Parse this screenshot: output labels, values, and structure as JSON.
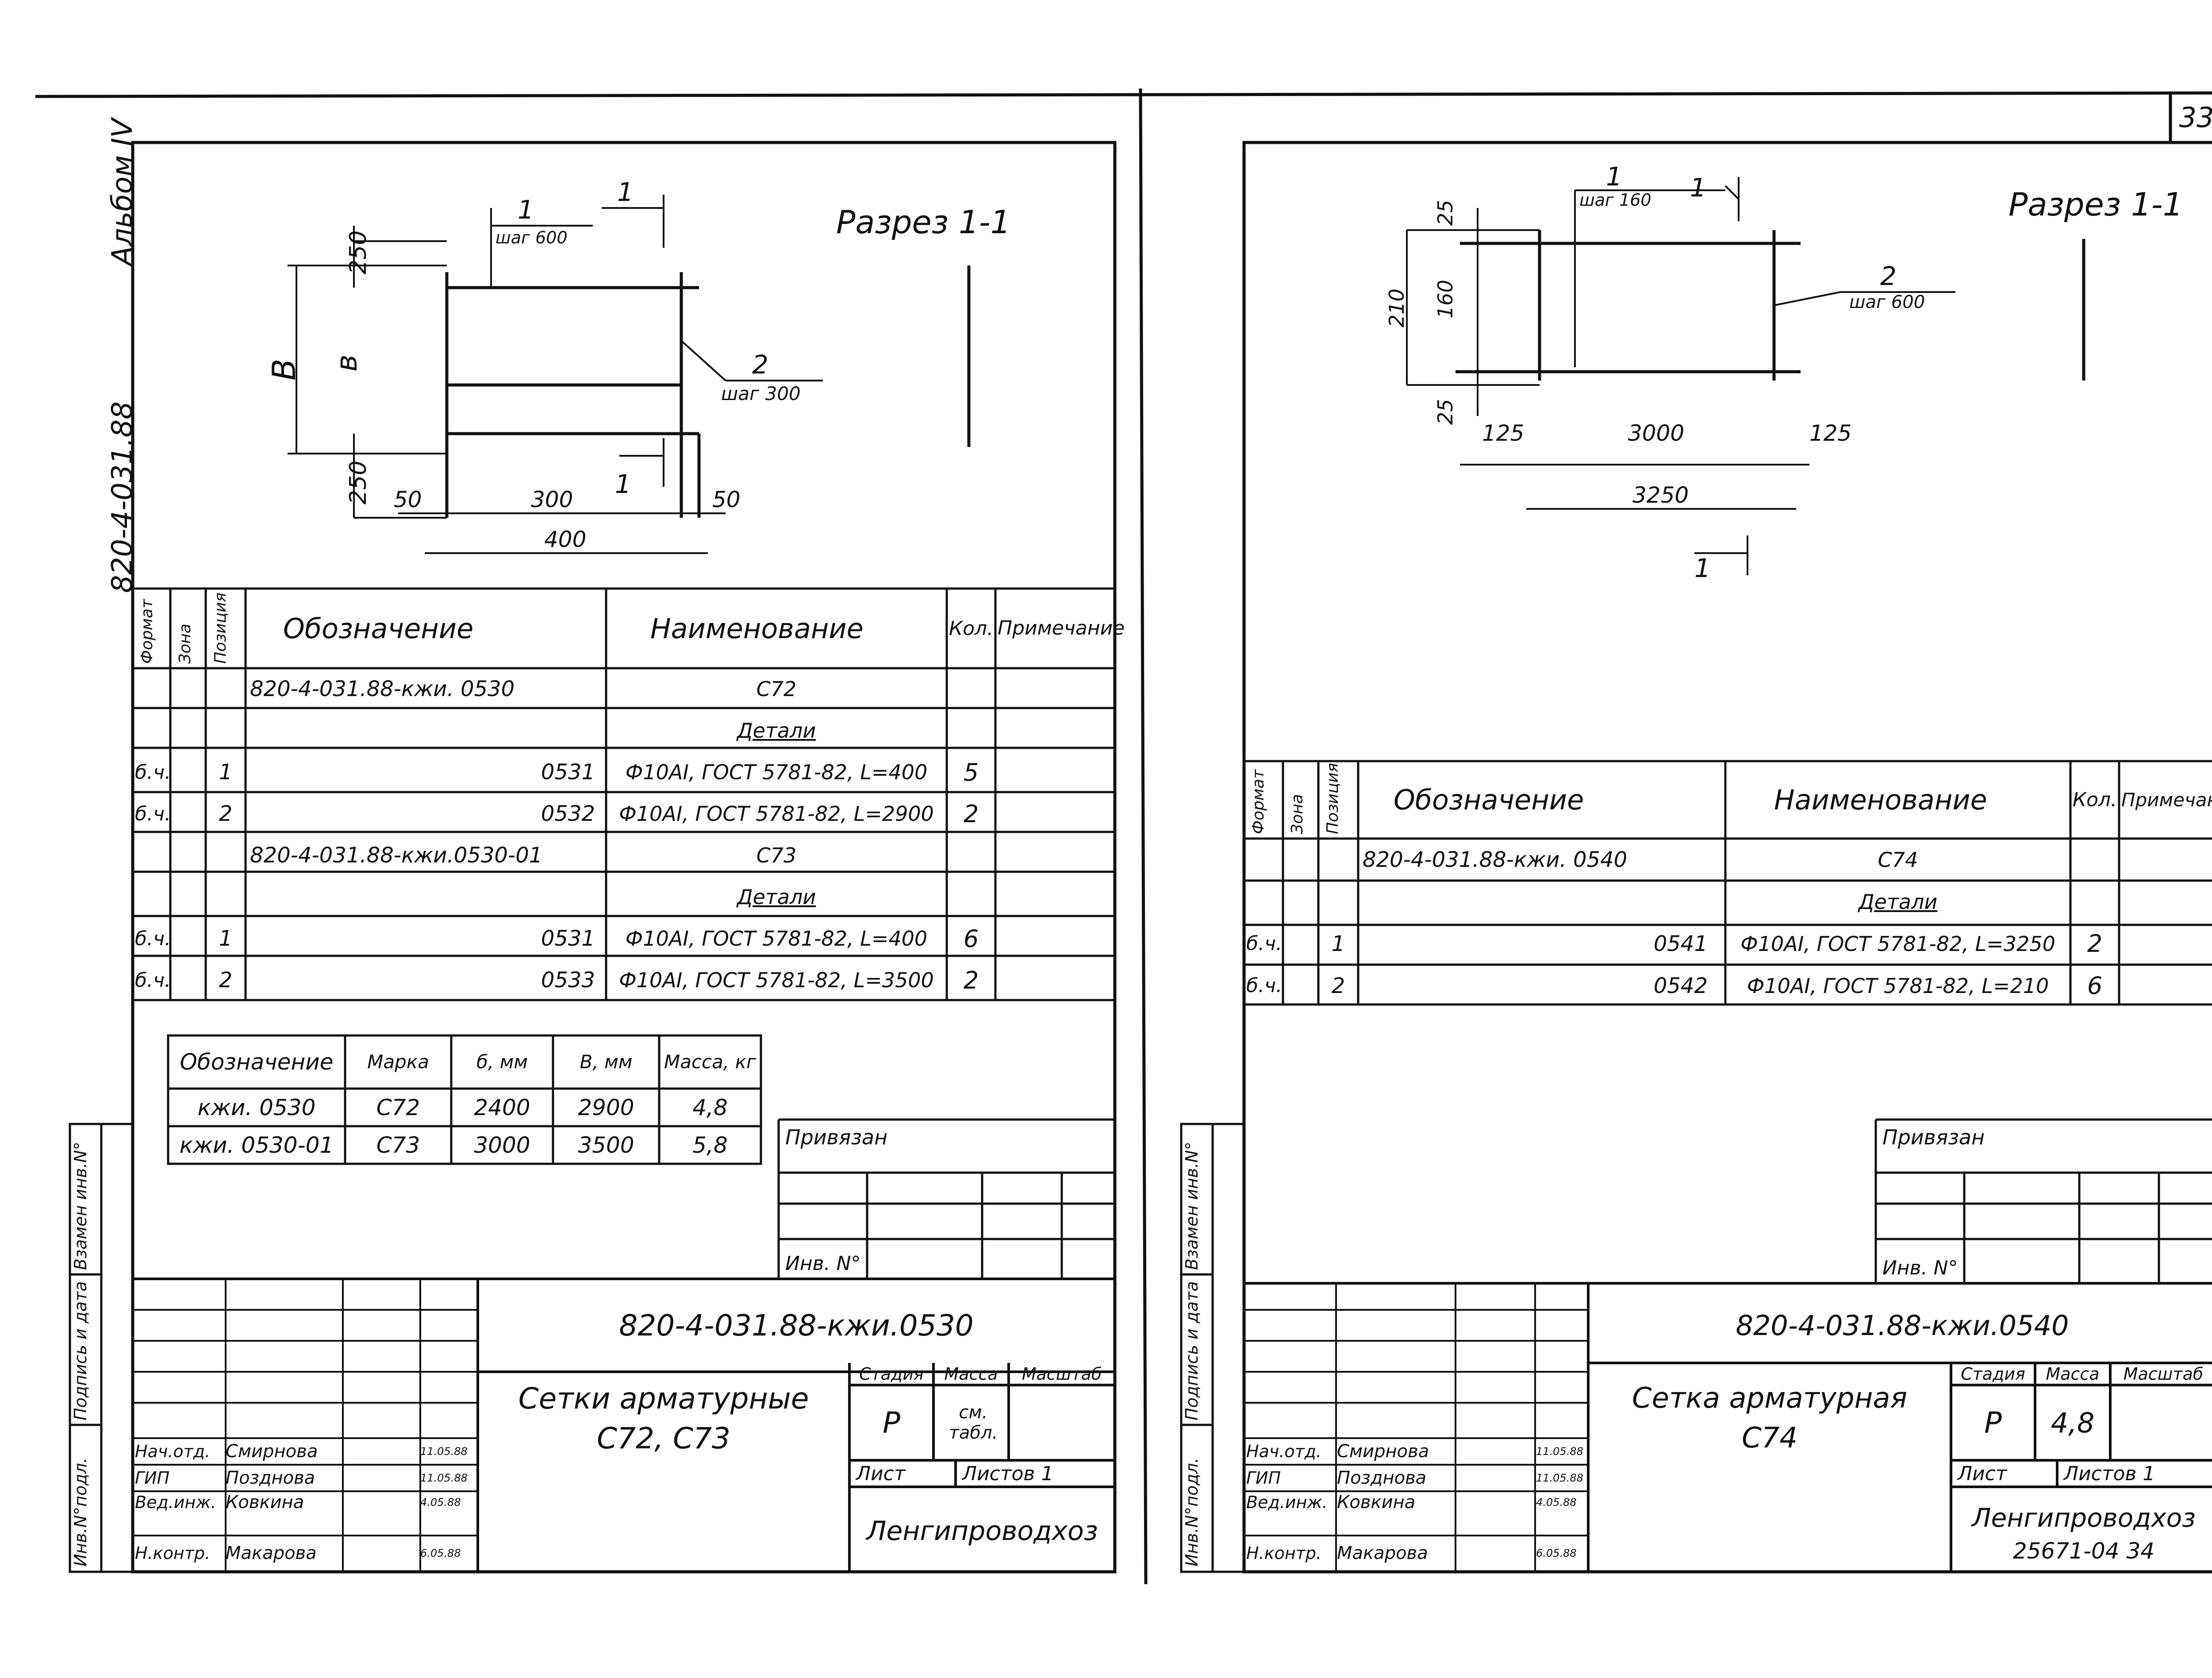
{
  "page_number": "33",
  "album_label": "Альбом IV",
  "series_code": "820-4-031.88",
  "sidebar_stamp": {
    "col1": "Инв.N°подл.",
    "col2": "Подпись и дата",
    "col3": "Взамен инв.N°"
  },
  "left": {
    "section_label": "Разрез 1-1",
    "drawing": {
      "dim_250_top": "250",
      "dim_250_bottom": "250",
      "label_B": "В",
      "label_b": "в",
      "dim_50_left": "50",
      "dim_300": "300",
      "dim_50_right": "50",
      "dim_400": "400",
      "pos1": "1",
      "pos1_step": "шаг 600",
      "pos2": "2",
      "pos2_step": "шаг 300",
      "cut_top": "1",
      "cut_bottom": "1"
    },
    "spec_headers": {
      "format": "Формат",
      "zone": "Зона",
      "position": "Позиция",
      "designation": "Обозначение",
      "name": "Наименование",
      "qty": "Кол.",
      "note": "Примечание"
    },
    "spec_rows": [
      {
        "format": "",
        "pos": "",
        "designation": "820-4-031.88-кжи. 0530",
        "name": "С72",
        "qty": "",
        "underline": false
      },
      {
        "format": "",
        "pos": "",
        "designation": "",
        "name": "Детали",
        "qty": "",
        "underline": true
      },
      {
        "format": "б.ч.",
        "pos": "1",
        "designation": "0531",
        "name": "Ф10АI, ГОСТ 5781-82, L=400",
        "qty": "5",
        "underline": false
      },
      {
        "format": "б.ч.",
        "pos": "2",
        "designation": "0532",
        "name": "Ф10АI, ГОСТ 5781-82, L=2900",
        "qty": "2",
        "underline": false
      },
      {
        "format": "",
        "pos": "",
        "designation": "820-4-031.88-кжи.0530-01",
        "name": "С73",
        "qty": "",
        "underline": false
      },
      {
        "format": "",
        "pos": "",
        "designation": "",
        "name": "Детали",
        "qty": "",
        "underline": true
      },
      {
        "format": "б.ч.",
        "pos": "1",
        "designation": "0531",
        "name": "Ф10АI, ГОСТ 5781-82, L=400",
        "qty": "6",
        "underline": false
      },
      {
        "format": "б.ч.",
        "pos": "2",
        "designation": "0533",
        "name": "Ф10АI, ГОСТ 5781-82, L=3500",
        "qty": "2",
        "underline": false
      }
    ],
    "mark_table": {
      "headers": [
        "Обозначение",
        "Марка",
        "б, мм",
        "В, мм",
        "Масса, кг"
      ],
      "rows": [
        [
          "кжи. 0530",
          "С72",
          "2400",
          "2900",
          "4,8"
        ],
        [
          "кжи. 0530-01",
          "С73",
          "3000",
          "3500",
          "5,8"
        ]
      ]
    },
    "privyazan": "Привязан",
    "inv_no": "Инв. N°",
    "stamp_code": "820-4-031.88-кжи.0530",
    "title": "Сетки арматурные",
    "title_sub": "С72, С73",
    "stage_hdr": "Стадия",
    "mass_hdr": "Масса",
    "scale_hdr": "Масштаб",
    "stage": "Р",
    "mass": "см. табл.",
    "sheet_lbl": "Лист",
    "sheets_lbl": "Листов 1",
    "org": "Ленгипроводхоз",
    "people": [
      {
        "role": "Нач.отд.",
        "name": "Смирнова",
        "date": "11.05.88"
      },
      {
        "role": "ГИП",
        "name": "Позднова",
        "date": "11.05.88"
      },
      {
        "role": "Вед.инж.",
        "name": "Ковкина",
        "date": "4.05.88"
      },
      {
        "role": "",
        "name": "",
        "date": ""
      },
      {
        "role": "Н.контр.",
        "name": "Макарова",
        "date": "6.05.88"
      }
    ]
  },
  "right": {
    "section_label": "Разрез 1-1",
    "drawing": {
      "dim_25_top": "25",
      "dim_160": "160",
      "dim_210": "210",
      "dim_25_bottom": "25",
      "dim_125_left": "125",
      "dim_3000": "3000",
      "dim_125_right": "125",
      "dim_3250": "3250",
      "pos1": "1",
      "pos1_step": "шаг 160",
      "pos2": "2",
      "pos2_step": "шаг 600",
      "cut_top": "1",
      "cut_bottom": "1"
    },
    "spec_headers": {
      "format": "Формат",
      "zone": "Зона",
      "position": "Позиция",
      "designation": "Обозначение",
      "name": "Наименование",
      "qty": "Кол.",
      "note": "Примечание"
    },
    "spec_rows": [
      {
        "format": "",
        "pos": "",
        "designation": "820-4-031.88-кжи. 0540",
        "name": "С74",
        "qty": "",
        "underline": false
      },
      {
        "format": "",
        "pos": "",
        "designation": "",
        "name": "Детали",
        "qty": "",
        "underline": true
      },
      {
        "format": "б.ч.",
        "pos": "1",
        "designation": "0541",
        "name": "Ф10АI, ГОСТ 5781-82, L=3250",
        "qty": "2",
        "underline": false
      },
      {
        "format": "б.ч.",
        "pos": "2",
        "designation": "0542",
        "name": "Ф10АI, ГОСТ 5781-82, L=210",
        "qty": "6",
        "underline": false
      }
    ],
    "privyazan": "Привязан",
    "inv_no": "Инв. N°",
    "stamp_code": "820-4-031.88-кжи.0540",
    "title": "Сетка арматурная",
    "title_sub": "С74",
    "stage_hdr": "Стадия",
    "mass_hdr": "Масса",
    "scale_hdr": "Масштаб",
    "stage": "Р",
    "mass": "4,8",
    "sheet_lbl": "Лист",
    "sheets_lbl": "Листов 1",
    "org": "Ленгипроводхоз",
    "doc_no": "25671-04 34",
    "people": [
      {
        "role": "Нач.отд.",
        "name": "Смирнова",
        "date": "11.05.88"
      },
      {
        "role": "ГИП",
        "name": "Позднова",
        "date": "11.05.88"
      },
      {
        "role": "Вед.инж.",
        "name": "Ковкина",
        "date": "4.05.88"
      },
      {
        "role": "",
        "name": "",
        "date": ""
      },
      {
        "role": "Н.контр.",
        "name": "Макарова",
        "date": "6.05.88"
      }
    ]
  }
}
